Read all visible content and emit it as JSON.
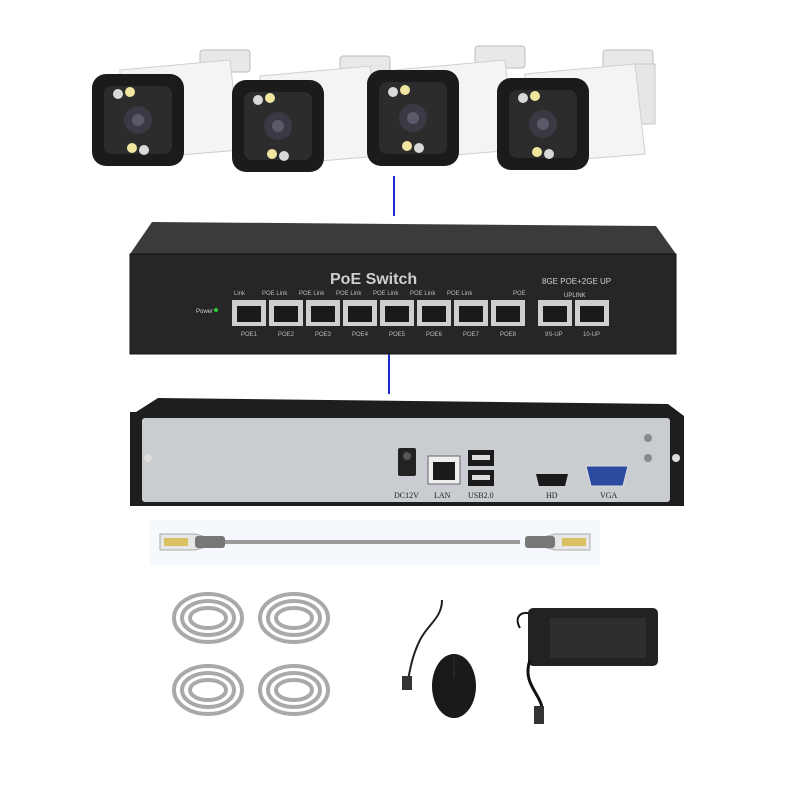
{
  "switch": {
    "title": "PoE Switch",
    "subtitle": "8GE POE+2GE UP",
    "power_label": "Power",
    "uplink_label": "UPLINK",
    "port_labels": [
      "POE1",
      "POE2",
      "POE3",
      "POE4",
      "POE5",
      "POE6",
      "POE7",
      "POE8"
    ],
    "uplink_port_labels": [
      "9S-UP",
      "10-UP"
    ],
    "led_labels": [
      "Link",
      "POE Link",
      "POE Link",
      "POE Link",
      "POE Link",
      "POE Link",
      "POE Link",
      "POE"
    ]
  },
  "nvr": {
    "ports": [
      {
        "label": "DC12V"
      },
      {
        "label": "LAN"
      },
      {
        "label": "USB2.0"
      },
      {
        "label": "HD"
      },
      {
        "label": "VGA"
      }
    ]
  },
  "accessories": {
    "cable_coils_count": 4,
    "items": [
      "ethernet-cable",
      "cable-coil",
      "mouse",
      "power-adapter"
    ]
  },
  "colors": {
    "background": "#ffffff",
    "connector_line": "#1a2bd0",
    "device_body": "#2a2a2a",
    "nvr_panel": "#c9ccd0",
    "camera_body": "#f2f2f2"
  }
}
